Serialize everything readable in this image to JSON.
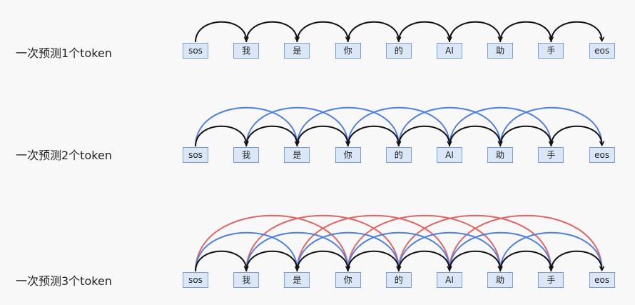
{
  "tokens": [
    "sos",
    "我",
    "是",
    "你",
    "的",
    "AI",
    "助",
    "手",
    "eos"
  ],
  "rows": [
    {
      "label": "一次预测1个token",
      "predict": 1
    },
    {
      "label": "一次预测2个token",
      "predict": 2
    },
    {
      "label": "一次预测3个token",
      "predict": 3
    }
  ],
  "colors": {
    "skip_1": "#111111",
    "skip_2": "#4f7fe0",
    "skip_3": "#e06666",
    "token_fill": "#dbe7f7",
    "token_border": "#7b9fd3"
  }
}
